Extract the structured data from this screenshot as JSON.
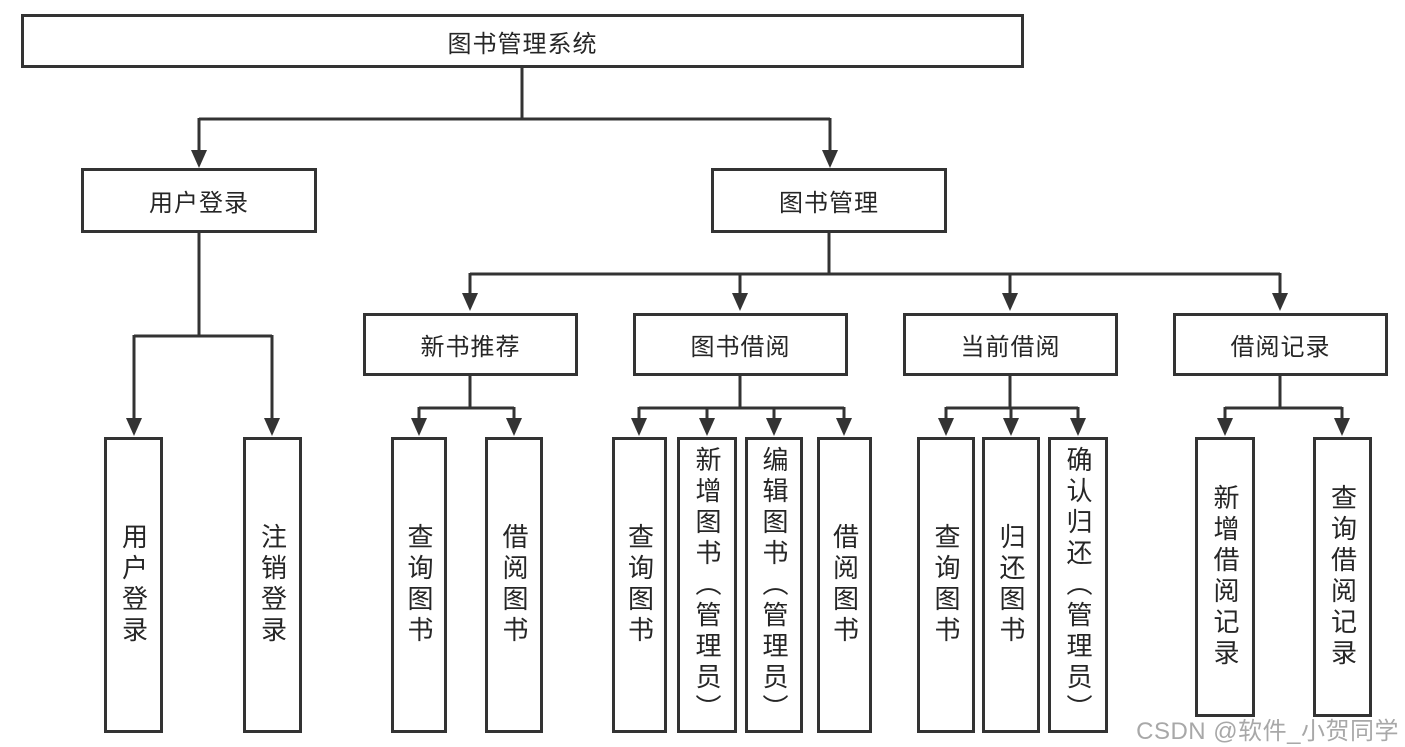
{
  "colors": {
    "line": "#333333",
    "text": "#262626",
    "watermark": "#a8a8a8",
    "background": "#ffffff"
  },
  "watermark": "CSDN @软件_小贺同学",
  "root": {
    "label": "图书管理系统"
  },
  "level2": [
    {
      "label": "用户登录"
    },
    {
      "label": "图书管理"
    }
  ],
  "level3": [
    {
      "label": "新书推荐"
    },
    {
      "label": "图书借阅"
    },
    {
      "label": "当前借阅"
    },
    {
      "label": "借阅记录"
    }
  ],
  "leafGroups": [
    {
      "parent": "用户登录",
      "items": [
        {
          "label": "用户登录"
        },
        {
          "label": "注销登录"
        }
      ]
    },
    {
      "parent": "新书推荐",
      "items": [
        {
          "label": "查询图书"
        },
        {
          "label": "借阅图书"
        }
      ]
    },
    {
      "parent": "图书借阅",
      "items": [
        {
          "label": "查询图书"
        },
        {
          "label": "新增图书（管理员）"
        },
        {
          "label": "编辑图书（管理员）"
        },
        {
          "label": "借阅图书"
        }
      ]
    },
    {
      "parent": "当前借阅",
      "items": [
        {
          "label": "查询图书"
        },
        {
          "label": "归还图书"
        },
        {
          "label": "确认归还（管理员）"
        }
      ]
    },
    {
      "parent": "借阅记录",
      "items": [
        {
          "label": "新增借阅记录"
        },
        {
          "label": "查询借阅记录"
        }
      ]
    }
  ]
}
